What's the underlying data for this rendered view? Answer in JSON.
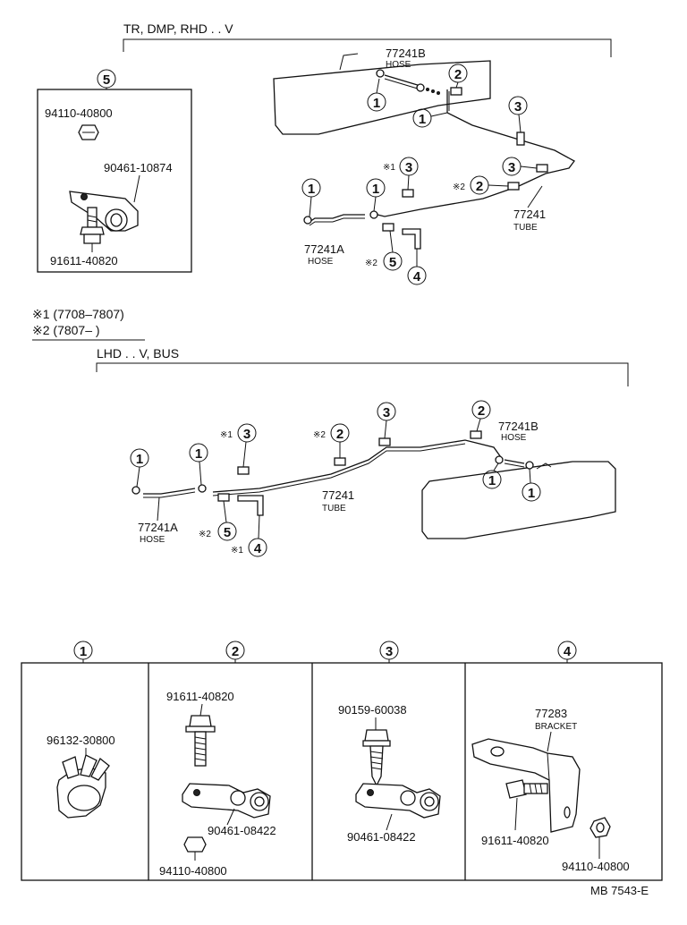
{
  "sections": {
    "top_title": "TR, DMP, RHD . . V",
    "bottom_title": "LHD . . V, BUS",
    "note1": "※1 (7708–7807)",
    "note2": "※2 (7807–          )"
  },
  "callouts": {
    "c1": "1",
    "c2": "2",
    "c3": "3",
    "c4": "4",
    "c5": "5",
    "mark1": "※1",
    "mark2": "※2"
  },
  "parts": {
    "hose_b": "77241B",
    "hose_a": "77241A",
    "tube": "77241",
    "hose": "HOSE",
    "tube_word": "TUBE",
    "nut": "94110-40800",
    "clamp_5": "90461-10874",
    "bolt": "91611-40820",
    "clip_1": "96132-30800",
    "clamp": "90461-08422",
    "screw": "90159-60038",
    "bracket_no": "77283",
    "bracket_word": "BRACKET"
  },
  "footer": {
    "code": "MB 7543-E"
  }
}
